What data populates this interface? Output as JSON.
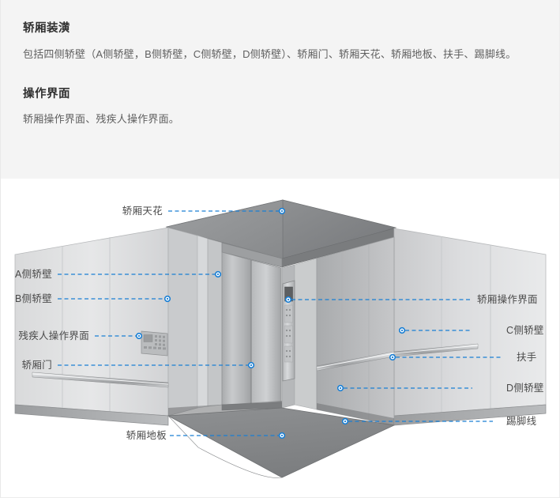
{
  "info": {
    "section1": {
      "title": "轿厢装潢",
      "body": "包括四侧轿壁（A侧轿壁，B侧轿壁，C侧轿壁，D侧轿壁）、轿厢门、轿厢天花、轿厢地板、扶手、踢脚线。"
    },
    "section2": {
      "title": "操作界面",
      "body": "轿厢操作界面、残疾人操作界面。"
    }
  },
  "diagram": {
    "accent_color": "#1a7fd4",
    "labels": {
      "ceiling": "轿厢天花",
      "wall_a": "A侧轿壁",
      "wall_b": "B侧轿壁",
      "accessible_panel": "残疾人操作界面",
      "car_door": "轿厢门",
      "car_panel": "轿厢操作界面",
      "wall_c": "C侧轿壁",
      "handrail": "扶手",
      "wall_d": "D侧轿壁",
      "skirting": "踢脚线",
      "floor": "轿厢地板"
    }
  }
}
